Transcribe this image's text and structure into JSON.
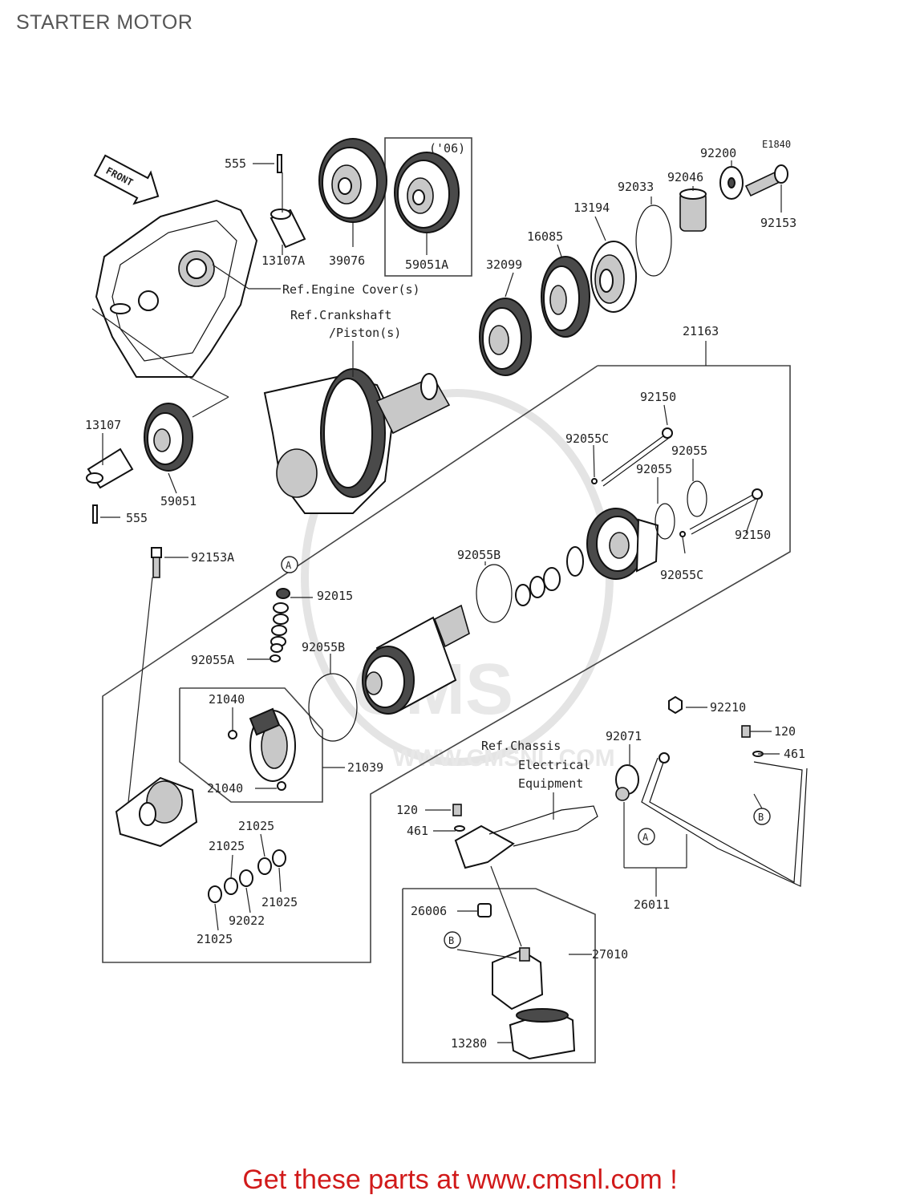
{
  "page": {
    "title": "STARTER MOTOR",
    "footer_text": "Get these parts at www.cmsnl.com !"
  },
  "diagram": {
    "code": "E1840",
    "front_label": "FRONT",
    "year_box": "('06)",
    "refs": {
      "engine_cover": "Ref.Engine Cover(s)",
      "crankshaft_line1": "Ref.Crankshaft",
      "crankshaft_line2": "/Piston(s)",
      "chassis_line1": "Ref.Chassis",
      "chassis_line2": "Electrical",
      "chassis_line3": "Equipment"
    },
    "tags": {
      "a": "A",
      "b": "B"
    },
    "watermark": {
      "brand": "CMS",
      "url": "WWW.CMSNL.COM"
    },
    "parts": {
      "p555_top": "555",
      "p13107A": "13107A",
      "p39076": "39076",
      "p59051A": "59051A",
      "p92200": "92200",
      "p92046": "92046",
      "p92033": "92033",
      "p92153": "92153",
      "p13194": "13194",
      "p16085": "16085",
      "p32099": "32099",
      "p21163": "21163",
      "p13107": "13107",
      "p59051": "59051",
      "p555_bot": "555",
      "p92150_top": "92150",
      "p92055C_top": "92055C",
      "p92055_a": "92055",
      "p92055_b": "92055",
      "p92150_right": "92150",
      "p92055C_bot": "92055C",
      "p92153A": "92153A",
      "p92015": "92015",
      "p92055B_top": "92055B",
      "p92055A": "92055A",
      "p92055B_mid": "92055B",
      "p21040_top": "21040",
      "p21039": "21039",
      "p21040_bot": "21040",
      "p92210": "92210",
      "p120_right": "120",
      "p461_right": "461",
      "p92071": "92071",
      "p120_left": "120",
      "p461_left": "461",
      "p21025_a": "21025",
      "p21025_b": "21025",
      "p21025_c": "21025",
      "p92022": "92022",
      "p21025_d": "21025",
      "p26011": "26011",
      "p26006": "26006",
      "p27010": "27010",
      "p13280": "13280"
    }
  }
}
